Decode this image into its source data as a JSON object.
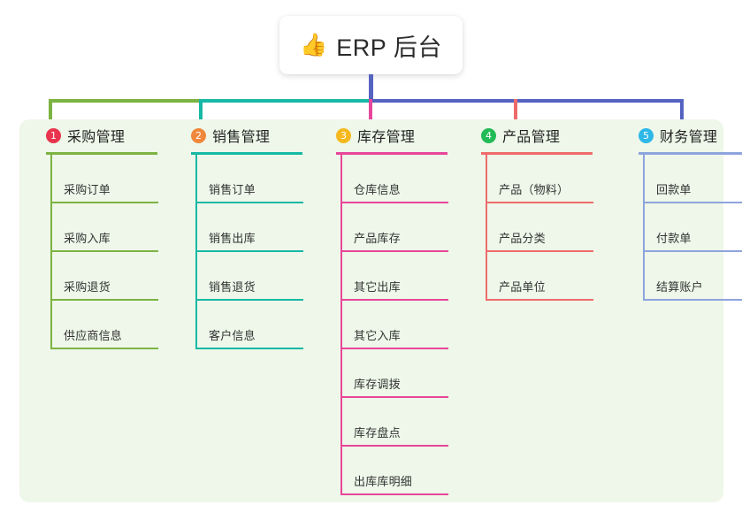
{
  "root": {
    "icon": "thumbs-up-icon",
    "icon_glyph": "👍",
    "title": "ERP 后台"
  },
  "panel": {
    "background_color": "#eef7e9"
  },
  "trunk_color": "#5563c1",
  "columns": [
    {
      "number": "1",
      "title": "采购管理",
      "badge_color": "#e8344e",
      "line_color": "#7cb342",
      "items": [
        "采购订单",
        "采购入库",
        "采购退货",
        "供应商信息"
      ]
    },
    {
      "number": "2",
      "title": "销售管理",
      "badge_color": "#f0883c",
      "line_color": "#17b8a6",
      "items": [
        "销售订单",
        "销售出库",
        "销售退货",
        "客户信息"
      ]
    },
    {
      "number": "3",
      "title": "库存管理",
      "badge_color": "#f5b91e",
      "line_color": "#e8469a",
      "items": [
        "仓库信息",
        "产品库存",
        "其它出库",
        "其它入库",
        "库存调拨",
        "库存盘点",
        "出库库明细"
      ]
    },
    {
      "number": "4",
      "title": "产品管理",
      "badge_color": "#22bb55",
      "line_color": "#ef6b6b",
      "items": [
        "产品（物料）",
        "产品分类",
        "产品单位"
      ]
    },
    {
      "number": "5",
      "title": "财务管理",
      "badge_color": "#2eb8e8",
      "line_color": "#8da4dd",
      "items": [
        "回款单",
        "付款单",
        "结算账户"
      ]
    }
  ]
}
